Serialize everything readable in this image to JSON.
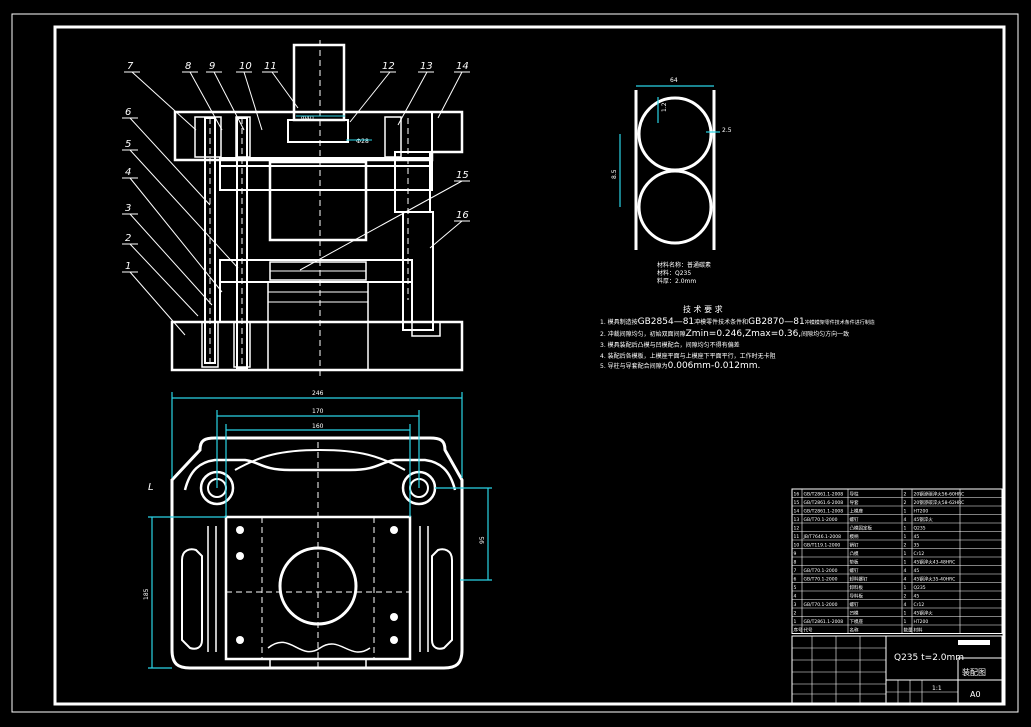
{
  "part_labels": [
    "1",
    "2",
    "3",
    "4",
    "5",
    "6",
    "7",
    "8",
    "9",
    "10",
    "11",
    "12",
    "13",
    "14",
    "15",
    "16"
  ],
  "dimensions": {
    "plan_overall": "246",
    "plan_guide_spacing": "170",
    "plan_plate": "160",
    "plan_height": "185",
    "plan_guide_offset": "95",
    "plan_view_mark": "L",
    "strip_width": "64",
    "strip_pitch": "2.5",
    "strip_edge": "1.2",
    "strip_depth": "8.5",
    "shank_dia": "Ф40",
    "punch_dim": "Ф28"
  },
  "strip_notes": [
    "材料名称：普通碳素",
    "材料：Q235",
    "料厚：2.0mm"
  ],
  "tech_requirements": {
    "title": "技 术 要 求",
    "items": [
      {
        "prefix": "1. 模具制造按",
        "emph": "GB2854—81",
        "mid": "冲模零件技术条件和",
        "emph2": "GB2870—81",
        "suffix": "冲模模架零件技术条件进行制造"
      },
      {
        "prefix": "2. 冲裁间隙均匀，初始双面间隙",
        "emph": "Zmin=0.246,Zmax=0.36,",
        "suffix": "间隙均匀方向一致"
      },
      {
        "prefix": "3. 模具装配后凸模与凹模配合，间隙均匀不得有偏差",
        "emph": "",
        "suffix": ""
      },
      {
        "prefix": "4. 装配后各模板，上模座平面与上模座下平面平行，工作时无卡阻",
        "emph": "",
        "suffix": ""
      },
      {
        "prefix": "5. 导柱与导套配合间隙为",
        "emph": "0.006mm-0.012mm.",
        "suffix": ""
      }
    ]
  },
  "title_block": {
    "material_spec": "Q235  t=2.0mm",
    "drawing_name": "装配图",
    "sheet_size": "A0",
    "scale": "1:1"
  },
  "bom_rows": [
    {
      "no": "16",
      "std": "GB/T2861.1-2008",
      "name": "导柱",
      "qty": "2",
      "mat": "20钢渗碳淬火56-60HRC"
    },
    {
      "no": "15",
      "std": "GB/T2861.6-2008",
      "name": "导套",
      "qty": "2",
      "mat": "20钢渗碳淬火58-62HRC"
    },
    {
      "no": "14",
      "std": "GB/T2861.1-2008",
      "name": "上模座",
      "qty": "1",
      "mat": "HT200"
    },
    {
      "no": "13",
      "std": "GB/T70.1-2000",
      "name": "螺钉",
      "qty": "4",
      "mat": "45钢淬火"
    },
    {
      "no": "12",
      "std": "",
      "name": "凸模固定板",
      "qty": "1",
      "mat": "Q235"
    },
    {
      "no": "11",
      "std": "JB/T7646.1-2008",
      "name": "模柄",
      "qty": "1",
      "mat": "45"
    },
    {
      "no": "10",
      "std": "GB/T119.1-2000",
      "name": "销钉",
      "qty": "2",
      "mat": "35"
    },
    {
      "no": "9",
      "std": "",
      "name": "凸模",
      "qty": "1",
      "mat": "Cr12"
    },
    {
      "no": "8",
      "std": "",
      "name": "垫板",
      "qty": "1",
      "mat": "45钢淬火43-48HRC"
    },
    {
      "no": "7",
      "std": "GB/T70.1-2000",
      "name": "螺钉",
      "qty": "4",
      "mat": "45"
    },
    {
      "no": "6",
      "std": "GB/T70.1-2000",
      "name": "卸料螺钉",
      "qty": "4",
      "mat": "45钢淬火35-40HRC"
    },
    {
      "no": "5",
      "std": "",
      "name": "卸料板",
      "qty": "1",
      "mat": "Q235"
    },
    {
      "no": "4",
      "std": "",
      "name": "导料板",
      "qty": "2",
      "mat": "45"
    },
    {
      "no": "3",
      "std": "GB/T70.1-2000",
      "name": "螺钉",
      "qty": "4",
      "mat": "Cr12"
    },
    {
      "no": "2",
      "std": "",
      "name": "凹模",
      "qty": "1",
      "mat": "45钢淬火"
    },
    {
      "no": "1",
      "std": "GB/T2861.1-2008",
      "name": "下模座",
      "qty": "1",
      "mat": "HT200"
    }
  ],
  "bom_header": {
    "no": "序号",
    "std": "代号",
    "name": "名称",
    "qty": "数量",
    "mat": "材料"
  },
  "colors": {
    "background": "#000000",
    "lines": "#ffffff",
    "dimensions": "#2ad4e6"
  }
}
